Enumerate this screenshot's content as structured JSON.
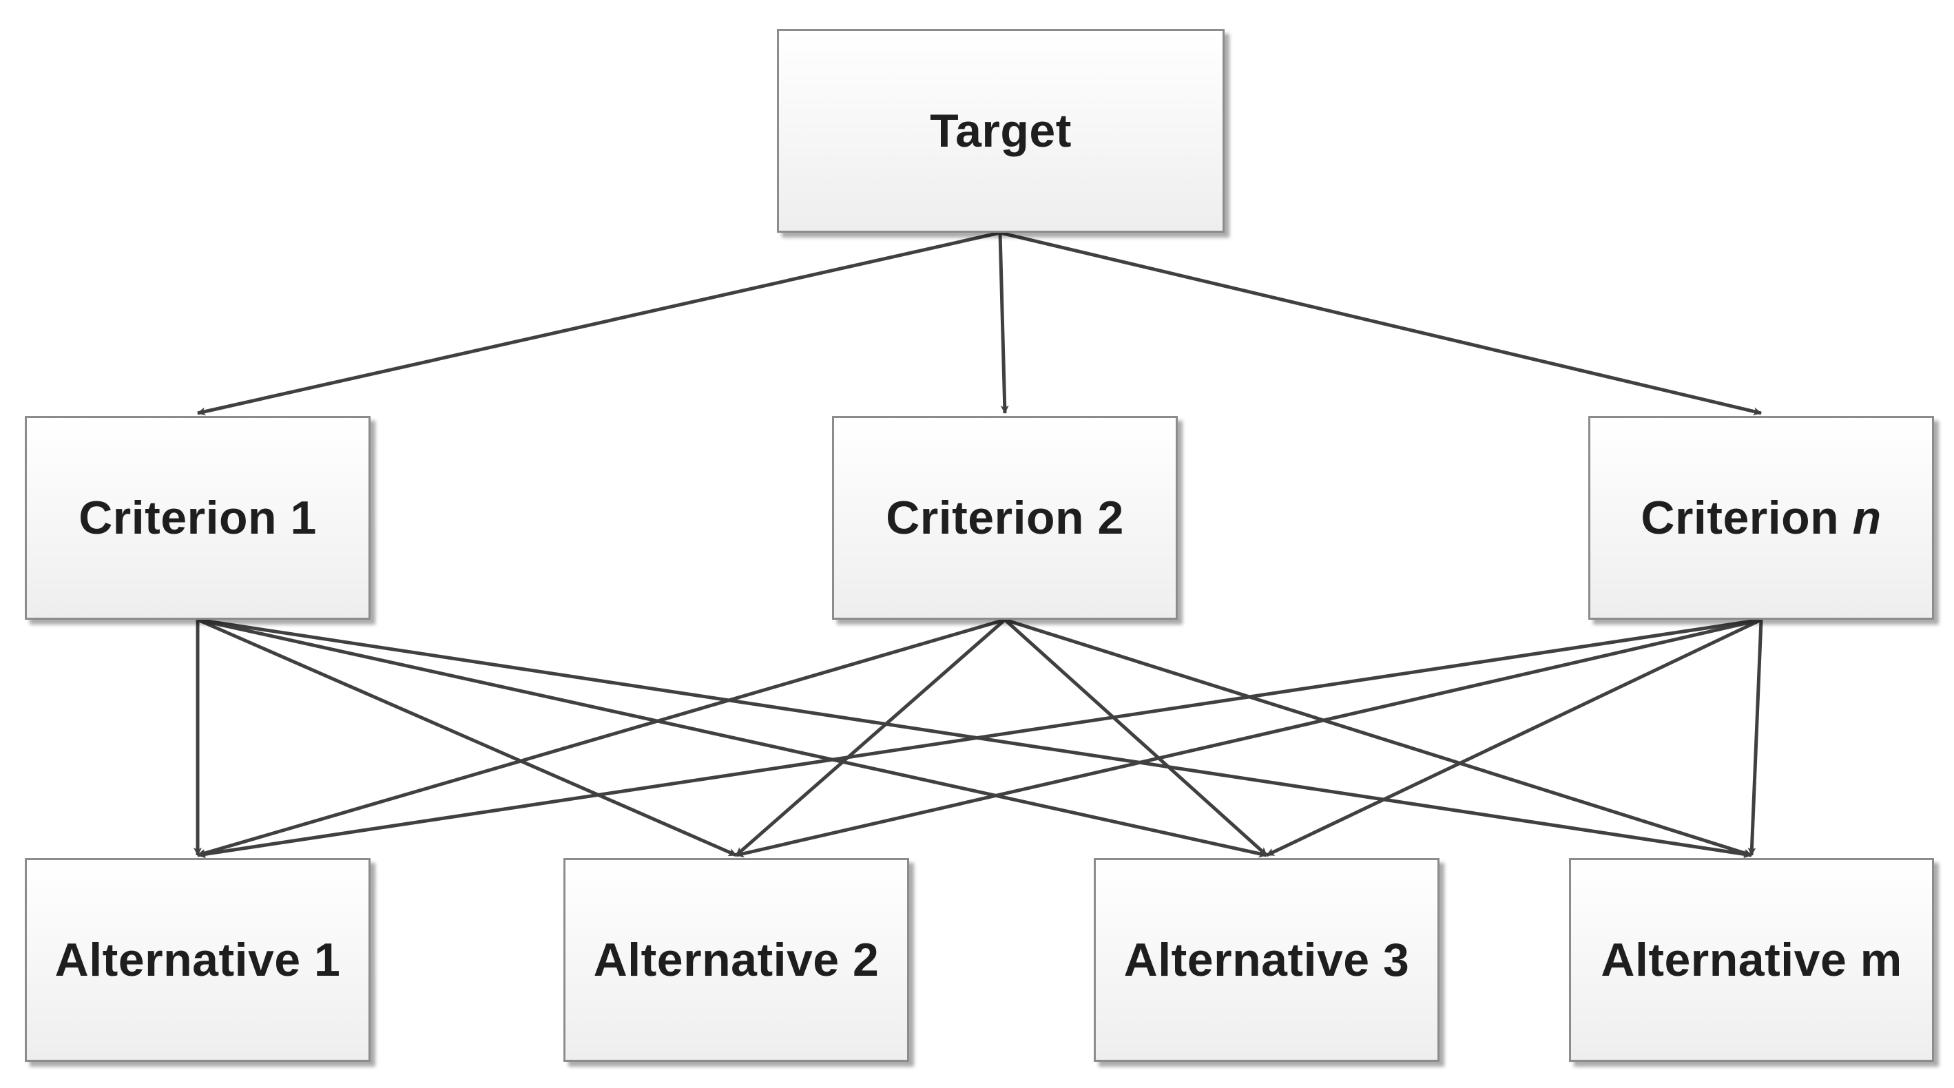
{
  "diagram": {
    "nodes": {
      "target": {
        "label": "Target"
      },
      "criterion_1": {
        "label": "Criterion 1"
      },
      "criterion_2": {
        "label": "Criterion 2"
      },
      "criterion_n": {
        "prefix": "Criterion ",
        "variable": "n"
      },
      "alternative_1": {
        "label": "Alternative 1"
      },
      "alternative_2": {
        "label": "Alternative 2"
      },
      "alternative_3": {
        "label": "Alternative 3"
      },
      "alternative_m": {
        "label": "Alternative m"
      }
    },
    "edges": [
      {
        "from": "target",
        "to": "criterion_1"
      },
      {
        "from": "target",
        "to": "criterion_2"
      },
      {
        "from": "target",
        "to": "criterion_n"
      },
      {
        "from": "criterion_1",
        "to": "alternative_1"
      },
      {
        "from": "criterion_1",
        "to": "alternative_2"
      },
      {
        "from": "criterion_1",
        "to": "alternative_3"
      },
      {
        "from": "criterion_1",
        "to": "alternative_m"
      },
      {
        "from": "criterion_2",
        "to": "alternative_1"
      },
      {
        "from": "criterion_2",
        "to": "alternative_2"
      },
      {
        "from": "criterion_2",
        "to": "alternative_3"
      },
      {
        "from": "criterion_2",
        "to": "alternative_m"
      },
      {
        "from": "criterion_n",
        "to": "alternative_1"
      },
      {
        "from": "criterion_n",
        "to": "alternative_2"
      },
      {
        "from": "criterion_n",
        "to": "alternative_3"
      },
      {
        "from": "criterion_n",
        "to": "alternative_m"
      }
    ],
    "colors": {
      "edge": "#404040",
      "node_border": "#8c8c8c",
      "text": "#1e1e1e"
    }
  }
}
